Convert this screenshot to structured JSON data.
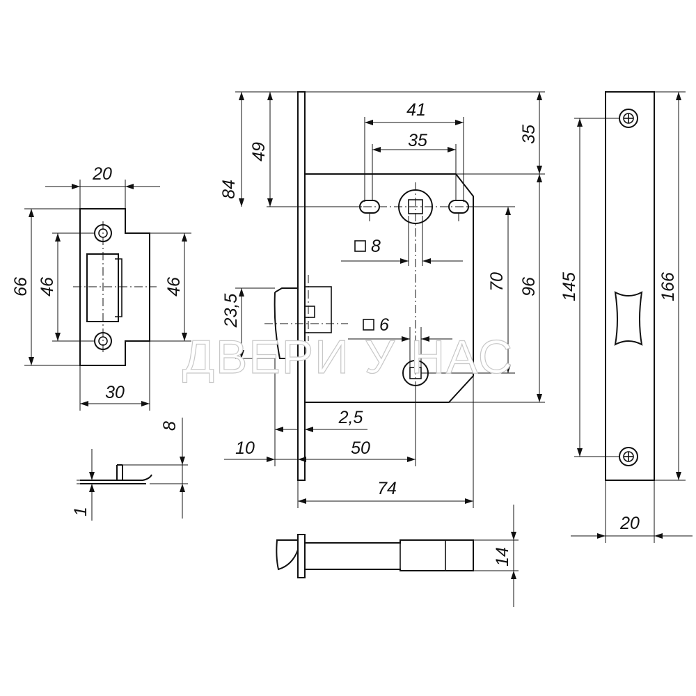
{
  "watermark": "ДВЕРИ У НАС",
  "labels": {
    "strike_width_top": "20",
    "strike_height": "66",
    "strike_hole_spacing_left": "46",
    "strike_hole_spacing_right": "46",
    "strike_width_bottom": "30",
    "strike_side_height": "8",
    "strike_side_thickness": "1",
    "body_top_to_spindle": "84",
    "body_case_top_to_spindle": "49",
    "latch_height": "23,5",
    "guide_spacing_outer": "41",
    "guide_spacing_inner": "35",
    "faceplate_top_to_case": "35",
    "spindle_square": "8",
    "privacy_square": "6",
    "spindle_to_privacy": "70",
    "case_height": "96",
    "faceplate_thickness": "2,5",
    "latch_projection": "10",
    "backset": "50",
    "case_depth": "74",
    "bolt_height": "14",
    "faceplate_spacing": "145",
    "faceplate_length": "166",
    "faceplate_width": "20"
  }
}
